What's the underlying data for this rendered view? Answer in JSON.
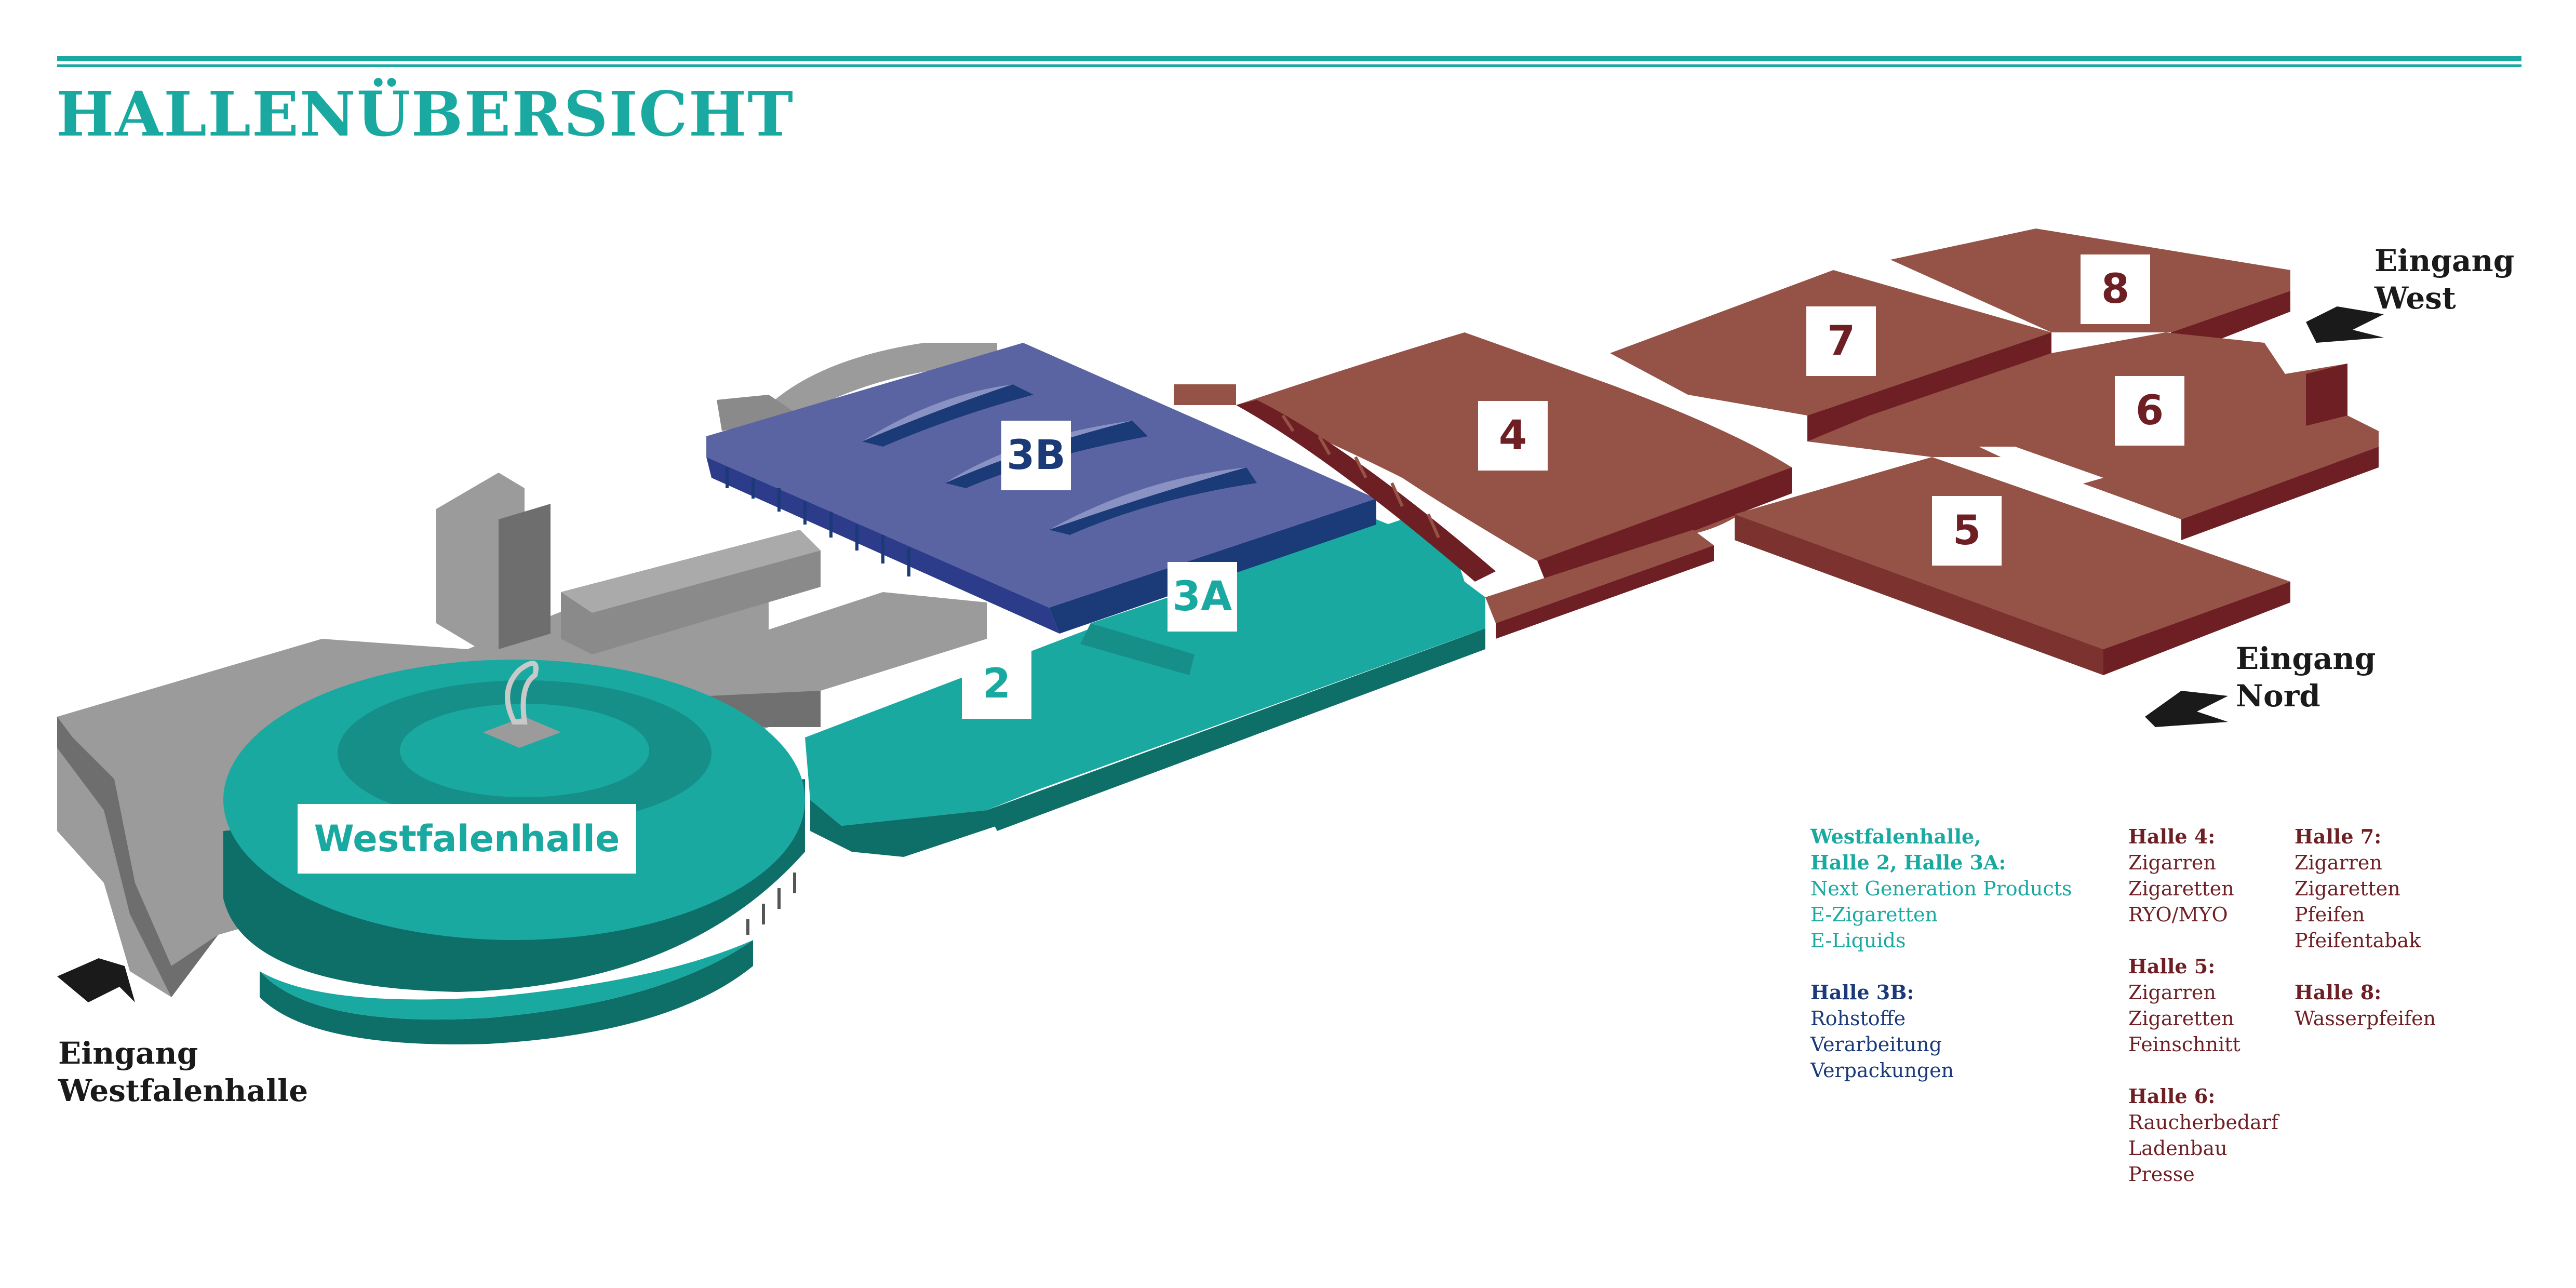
{
  "title": "HALLENÜBERSICHT",
  "colors": {
    "teal": "#1aa9a1",
    "teal_dark": "#0e6e68",
    "navy": "#1a3a78",
    "blue_hall": "#5b64a3",
    "brown_hall": "#955246",
    "brown_dark": "#6e1f24",
    "grey_building": "#9b9b9b"
  },
  "halls": {
    "westfalenhalle": "Westfalenhalle",
    "h2": "2",
    "h3a": "3A",
    "h3b": "3B",
    "h4": "4",
    "h5": "5",
    "h6": "6",
    "h7": "7",
    "h8": "8"
  },
  "entrances": {
    "west": [
      "Eingang",
      "West"
    ],
    "nord": [
      "Eingang",
      "Nord"
    ],
    "westfalenhalle": [
      "Eingang",
      "Westfalenhalle"
    ]
  },
  "legend": {
    "westfalen_group": {
      "heading": [
        "Westfalenhalle,",
        "Halle 2, Halle 3A:"
      ],
      "items": [
        "Next Generation Products",
        "E-Zigaretten",
        "E-Liquids"
      ]
    },
    "h3b_group": {
      "heading": [
        "Halle 3B:"
      ],
      "items": [
        "Rohstoffe",
        "Verarbeitung",
        "Verpackungen"
      ]
    },
    "h4_group": {
      "heading": [
        "Halle 4:"
      ],
      "items": [
        "Zigarren",
        "Zigaretten",
        "RYO/MYO"
      ]
    },
    "h5_group": {
      "heading": [
        "Halle 5:"
      ],
      "items": [
        "Zigarren",
        "Zigaretten",
        "Feinschnitt"
      ]
    },
    "h6_group": {
      "heading": [
        "Halle 6:"
      ],
      "items": [
        "Raucherbedarf",
        "Ladenbau",
        "Presse"
      ]
    },
    "h7_group": {
      "heading": [
        "Halle 7:"
      ],
      "items": [
        "Zigarren",
        "Zigaretten",
        "Pfeifen",
        "Pfeifentabak"
      ]
    },
    "h8_group": {
      "heading": [
        "Halle 8:"
      ],
      "items": [
        "Wasserpfeifen"
      ]
    }
  }
}
